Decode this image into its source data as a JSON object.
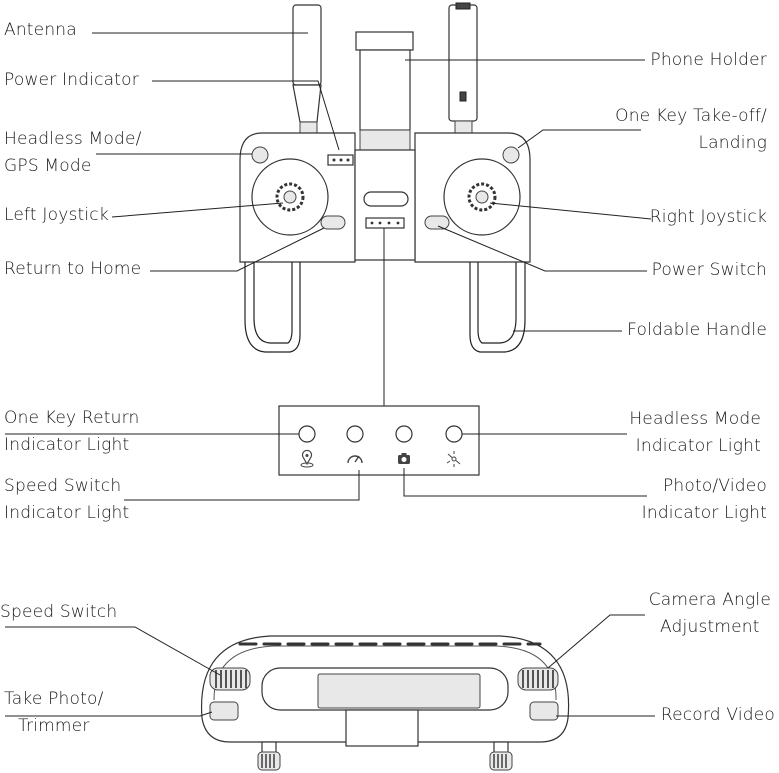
{
  "top_view": {
    "labels_left": [
      {
        "id": "antenna",
        "text": "Antenna"
      },
      {
        "id": "power-indicator",
        "text": "Power Indicator"
      },
      {
        "id": "headless-mode",
        "text": "Headless Mode/\nGPS Mode"
      },
      {
        "id": "left-joystick",
        "text": "Left Joystick"
      },
      {
        "id": "return-to-home",
        "text": "Return to Home"
      }
    ],
    "labels_right": [
      {
        "id": "phone-holder",
        "text": "Phone Holder"
      },
      {
        "id": "one-key-takeoff",
        "text": "One Key Take-off/\nLanding"
      },
      {
        "id": "right-joystick",
        "text": "Right Joystick"
      },
      {
        "id": "power-switch",
        "text": "Power Switch"
      },
      {
        "id": "foldable-handle",
        "text": "Foldable Handle"
      }
    ]
  },
  "indicator_panel": {
    "labels_left": [
      {
        "id": "one-key-return-light",
        "text": "One Key Return\nIndicator Light"
      },
      {
        "id": "speed-switch-light",
        "text": "Speed Switch\nIndicator Light"
      }
    ],
    "labels_right": [
      {
        "id": "headless-mode-light",
        "text": "Headless Mode\nIndicator Light"
      },
      {
        "id": "photo-video-light",
        "text": "Photo/Video\nIndicator Light"
      }
    ],
    "icons": [
      "location-pin-icon",
      "speedometer-icon",
      "camera-icon",
      "gps-satellite-icon"
    ]
  },
  "front_view": {
    "labels_left": [
      {
        "id": "speed-switch",
        "text": "Speed Switch"
      },
      {
        "id": "take-photo",
        "text": "Take Photo/\nTrimmer"
      }
    ],
    "labels_right": [
      {
        "id": "camera-angle",
        "text": "Camera Angle\nAdjustment"
      },
      {
        "id": "record-video",
        "text": "Record Video"
      }
    ]
  }
}
